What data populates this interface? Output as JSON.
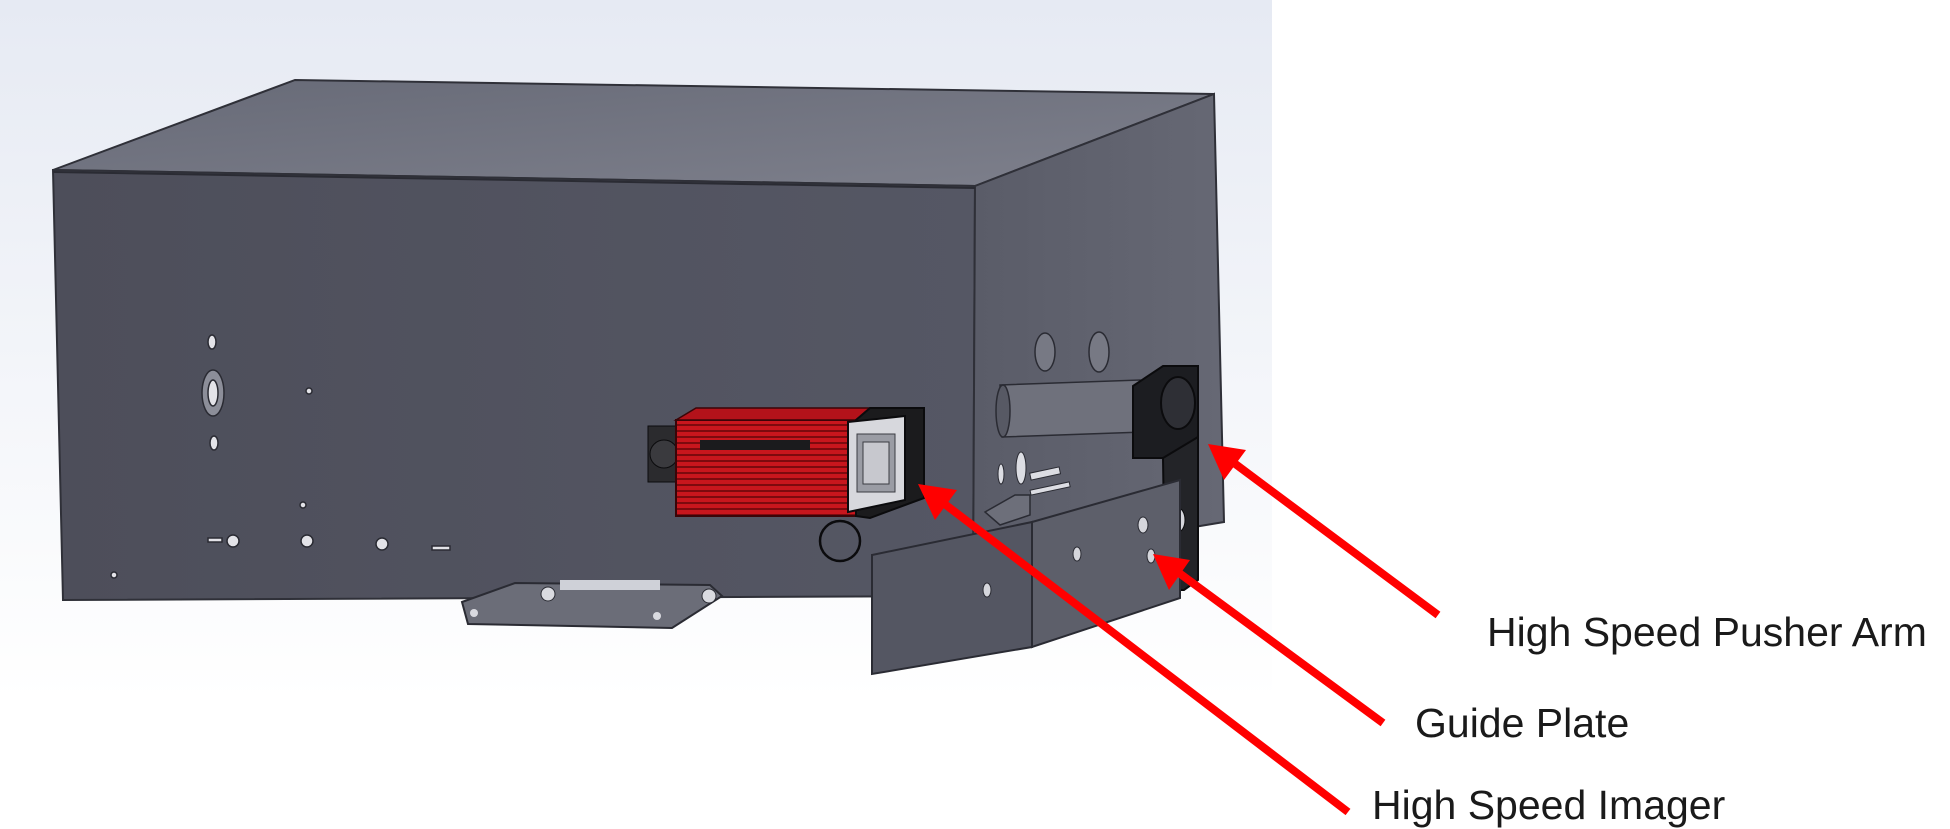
{
  "callouts": [
    {
      "id": "pusher",
      "label": "High Speed Pusher Arm"
    },
    {
      "id": "guide",
      "label": "Guide Plate"
    },
    {
      "id": "imager",
      "label": "High Speed Imager"
    }
  ],
  "colors": {
    "background_gradient_top": "#e8ecf4",
    "background_gradient_bottom": "#ffffff",
    "enclosure_front": "#4f505c",
    "enclosure_top": "#72747f",
    "enclosure_side": "#5b5d69",
    "imager_body": "#c8161d",
    "imager_dark": "#1b1b1d",
    "arrow": "#ff0000",
    "label_text": "#1a1a1a"
  },
  "icons": {
    "enclosure": "sheet-metal-enclosure",
    "imager": "high-speed-camera",
    "pusher": "pusher-arm-bracket",
    "guide": "guide-plate"
  }
}
